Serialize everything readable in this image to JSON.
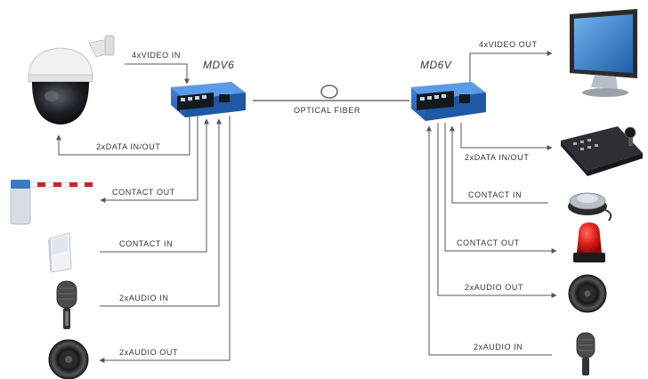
{
  "devices": {
    "left": "MDV6",
    "right": "MD6V"
  },
  "link": "OPTICAL FIBER",
  "left_labels": {
    "video_in": "4xVIDEO IN",
    "data": "2xDATA IN/OUT",
    "contact_out": "CONTACT OUT",
    "contact_in": "CONTACT IN",
    "audio_in": "2xAUDIO IN",
    "audio_out": "2xAUDIO OUT"
  },
  "right_labels": {
    "video_out": "4xVIDEO OUT",
    "data": "2xDATA IN/OUT",
    "contact_in": "CONTACT IN",
    "contact_out": "CONTACT OUT",
    "audio_out": "2xAUDIO OUT",
    "audio_in": "2xAUDIO IN"
  },
  "icons": {
    "left": [
      "dome-camera-icon",
      "barrier-gate-icon",
      "motion-sensor-icon",
      "microphone-icon",
      "speaker-icon"
    ],
    "right": [
      "monitor-icon",
      "joystick-keyboard-icon",
      "push-button-icon",
      "beacon-light-icon",
      "speaker-icon",
      "microphone-icon"
    ]
  },
  "colors": {
    "device_body": "#2a6ec4",
    "device_face": "#15191f",
    "line": "#555555",
    "beacon": "#d81818",
    "barrier_stripe": "#d42020"
  }
}
